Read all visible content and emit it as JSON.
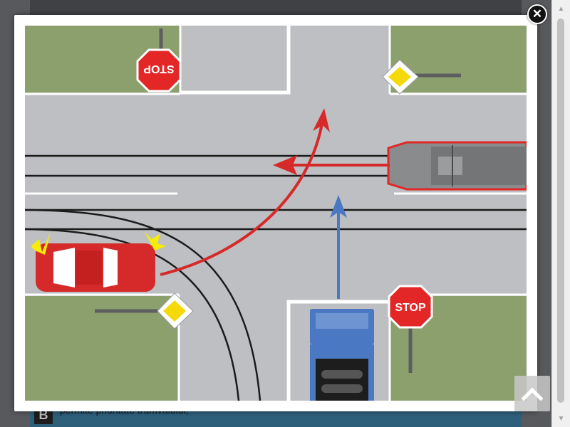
{
  "background": {
    "answer_letter": "B",
    "answer_text": "permite prioritate tramvaiului;"
  },
  "lightbox": {
    "close_icon": "close-icon",
    "scroll_top_icon": "chevron-up-icon"
  },
  "illustration": {
    "stop_sign_text": "STOP",
    "colors": {
      "grass": "#8ca06e",
      "road": "#bebfc2",
      "red_car": "#d62a2a",
      "blue_truck": "#4a78c2",
      "arrow_red": "#d62a2a",
      "arrow_blue": "#4a78c2",
      "priority_sign": "#f5d90a"
    }
  },
  "scrollbar": {
    "up_icon": "scroll-up-icon",
    "down_icon": "scroll-down-icon"
  }
}
